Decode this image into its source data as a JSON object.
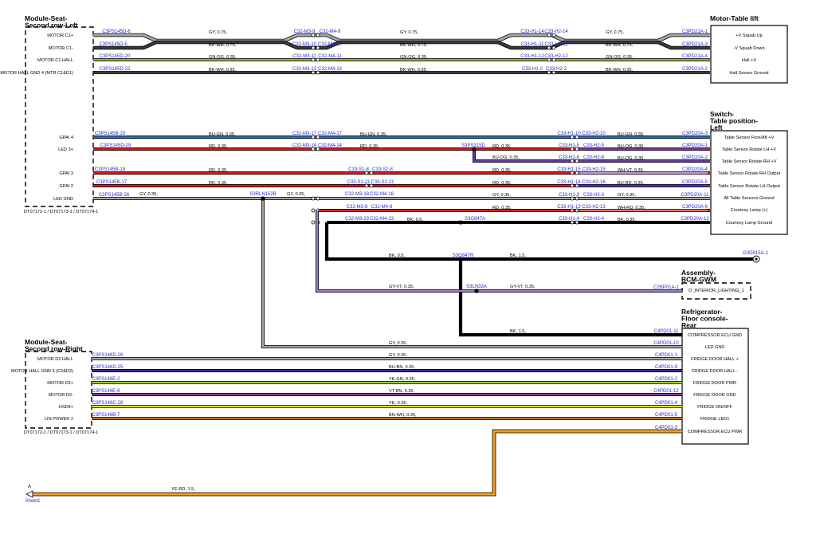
{
  "colors": {
    "GY": "#a8a8a8",
    "BK-WH": "#3a3a3a",
    "GN-OG": "#8fb02a",
    "BU-GN": "#2e6fb0",
    "RD": "#e01818",
    "BU-OG": "#6a3fa0",
    "WH-VT": "#b89ad8",
    "BU-RD": "#3040c0",
    "WH-RD": "#e87070",
    "BK": "#000000",
    "GY-VT": "#a080d0",
    "BU-BN": "#3a2a9a",
    "YE-GN": "#9acd32",
    "VT-BN": "#8a3a9a",
    "YE": "#f0e020",
    "BN-WH": "#c07830",
    "YE-RD": "#f0a020",
    "connector_text": "#2a2ad0"
  },
  "blocks": [
    {
      "title": [
        "Module-Seat-",
        "Second row-Left"
      ],
      "pins": [
        "MOTOR C1+",
        "MOTOR C1-",
        "MOTOR C1 HALL",
        "MOTOR HALL GND 4 (MTR C1&D1)",
        "GPAI 4",
        "LED 3+",
        "GPAI 3",
        "GPAI 2",
        "LED GND"
      ],
      "footer": "DT07172-1 / DT07173-1 / DT07174-1"
    },
    {
      "title": [
        "Motor-Table lift"
      ],
      "pins": [
        "+V Squab Up",
        "-V Squab Down",
        "Hall +V",
        "Hall Sensor Ground"
      ]
    },
    {
      "title": [
        "Switch-",
        "Table position-",
        "Left"
      ],
      "pins": [
        "Table Sensor Fore/Aft +V",
        "Table Sensor Rotate LH +V",
        "Table Sensor Rotate RH +V",
        "Table Sensor Rotate RH Output",
        "Table Sensor Rotate LH Output",
        "All Table Sensors Ground",
        "Courtesy Lamp (+)",
        "Courtesy Lamp Ground"
      ]
    },
    {
      "title": [
        "Assembly-",
        "BCM-GWM"
      ],
      "pins": [
        "D_INTERIOR_LIGHTING_1"
      ]
    },
    {
      "title": [
        "Refrigerator-",
        "Floor console-",
        "Rear"
      ],
      "pins": [
        "COMPRESSOR ECU GND",
        "LED GND",
        "FRIDGE DOOR HALL +",
        "FRIDGE DOOR HALL -",
        "FRIDGE DOOR PWR",
        "FRIDGE DOOR GND",
        "FRIDGE ON/OFF",
        "FRIDGE LED1",
        "COMPRESSOR ECU PWR"
      ]
    },
    {
      "title": [
        "Module-Seat-",
        "Second row-Right"
      ],
      "pins": [
        "MOTOR D2 HALL",
        "MOTOR HALL GND 5 (C2&D2)",
        "MOTOR D2+",
        "MOTOR D2-",
        "HSD4+",
        "LIN POWER 2"
      ],
      "footer": "DT07172-1 / DT07173-1 / DT07174-1"
    }
  ],
  "wires": [
    {
      "color": "GY",
      "texts": [
        [
          "C3PS145D-6",
          "c"
        ],
        [
          "GY,  0.75,",
          "l"
        ],
        [
          "C32-M3-9",
          "c"
        ],
        [
          "C32-M4-9",
          "c"
        ],
        [
          "GY,  0.75,",
          "l"
        ],
        [
          "C33-H1-14",
          "c"
        ],
        [
          "C33-H2-14",
          "c"
        ],
        [
          "GY,  0.75,",
          "l"
        ],
        [
          "C3PD21A-1",
          "c"
        ]
      ]
    },
    {
      "color": "BK-WH",
      "texts": [
        [
          "C3PS145D-5",
          "c"
        ],
        [
          "BK-WH,  0.75,",
          "l"
        ],
        [
          "C32-M3-10",
          "c"
        ],
        [
          "C32-M4-10",
          "c"
        ],
        [
          "BK-WH,  0.75,",
          "l"
        ],
        [
          "C33-H1-11",
          "c"
        ],
        [
          "C33-H2-11",
          "c"
        ],
        [
          "BK-WH,  0.75,",
          "l"
        ],
        [
          "C3PD21A-3",
          "c"
        ]
      ]
    },
    {
      "color": "GN-OG",
      "texts": [
        [
          "C3PS145D-20",
          "c"
        ],
        [
          "GN-OG,  0.35,",
          "l"
        ],
        [
          "C32-M3-11",
          "c"
        ],
        [
          "C32-M4-11",
          "c"
        ],
        [
          "GN-OG,  0.35,",
          "l"
        ],
        [
          "C33-H1-12",
          "c"
        ],
        [
          "C33-H2-12",
          "c"
        ],
        [
          "GN-OG,  0.35,",
          "l"
        ],
        [
          "C3PD21A-4",
          "c"
        ]
      ]
    },
    {
      "color": "BK-WH",
      "texts": [
        [
          "C3PS145D-22",
          "c"
        ],
        [
          "BK-WH,  0.35,",
          "l"
        ],
        [
          "C32-M3-13",
          "c"
        ],
        [
          "C32-M4-13",
          "c"
        ],
        [
          "BK-WH,  0.35,",
          "l"
        ],
        [
          "C33-H1-2",
          "c"
        ],
        [
          "C33-H2-2",
          "c"
        ],
        [
          "BK-WH,  0.35,",
          "l"
        ],
        [
          "C3PD21A-2",
          "c"
        ]
      ]
    },
    {
      "color": "BU-GN",
      "texts": [
        [
          "C3PS145B-20",
          "c"
        ],
        [
          "BU-GN,  0.35,",
          "l"
        ],
        [
          "C32-M3-17",
          "c"
        ],
        [
          "C32-M4-17",
          "c"
        ],
        [
          "BU-GN,  0.35,",
          "l"
        ],
        [
          "C33-H1-10",
          "c"
        ],
        [
          "C33-H2-10",
          "c"
        ],
        [
          "BU-GN,  0.35,",
          "l"
        ],
        [
          "C3PD20A-3",
          "c"
        ]
      ]
    },
    {
      "color": "RD",
      "texts": [
        [
          "C3PS145D-29",
          "c"
        ],
        [
          "RD,  0.35,",
          "l"
        ],
        [
          "C32-M3-14",
          "c"
        ],
        [
          "C32-M4-14",
          "c"
        ],
        [
          "RD,  0.35,",
          "l"
        ],
        [
          "S3PS315D",
          "c"
        ],
        [
          "RD,  0.35,",
          "l"
        ],
        [
          "C33-H1-5",
          "c"
        ],
        [
          "C33-H2-5",
          "c"
        ],
        [
          "BU-OG,  0.35,",
          "l"
        ],
        [
          "C3PD20A-1",
          "c"
        ]
      ]
    },
    {
      "color": "BU-OG",
      "texts": [
        [
          "BU-OG,  0.35,",
          "l"
        ],
        [
          "C33-H1-6",
          "c"
        ],
        [
          "C33-H2-6",
          "c"
        ],
        [
          "BU-OG,  0.35,",
          "l"
        ],
        [
          "C3PD20A-2",
          "c"
        ]
      ]
    },
    {
      "color": "RD",
      "texts": [
        [
          "C3PS145B-18",
          "c"
        ],
        [
          "RD,  0.35,",
          "l"
        ],
        [
          "C33-S1-8",
          "c"
        ],
        [
          "C33-S2-8",
          "c"
        ],
        [
          "RD,  0.35,",
          "l"
        ],
        [
          "C33-H1-15",
          "c"
        ],
        [
          "C33-H2-15",
          "c"
        ],
        [
          "WH-VT,  0.35,",
          "l"
        ],
        [
          "C3PD20A-4",
          "c"
        ]
      ]
    },
    {
      "color": "RD",
      "texts": [
        [
          "C3PS145B-17",
          "c"
        ],
        [
          "RD,  0.35,",
          "l"
        ],
        [
          "C33-S1-21",
          "c"
        ],
        [
          "C33-S2-21",
          "c"
        ],
        [
          "RD,  0.35,",
          "l"
        ],
        [
          "C33-H1-16",
          "c"
        ],
        [
          "C33-H2-16",
          "c"
        ],
        [
          "BU-RD,  0.35,",
          "l"
        ],
        [
          "C3PD20A-5",
          "c"
        ]
      ]
    },
    {
      "color": "GY",
      "texts": [
        [
          "C3PS145B-26",
          "c"
        ],
        [
          "GY,  0.35,",
          "l"
        ],
        [
          "S3RLN152B",
          "c"
        ],
        [
          "GY,  0.35,",
          "l"
        ],
        [
          "C32-M3-18",
          "c"
        ],
        [
          "C32-M4-18",
          "c"
        ],
        [
          "GY,  0.35,",
          "l"
        ],
        [
          "C33-H1-3",
          "c"
        ],
        [
          "C33-H2-3",
          "c"
        ],
        [
          "GY,  0.35,",
          "l"
        ],
        [
          "C3PD20A-11",
          "c"
        ]
      ]
    },
    {
      "color": "RD",
      "texts": [
        [
          "C32-M3-8",
          "c"
        ],
        [
          "C32-M4-8",
          "c"
        ],
        [
          "RD,  0.35,",
          "l"
        ],
        [
          "C33-H1-13",
          "c"
        ],
        [
          "C33-H2-13",
          "c"
        ],
        [
          "WH-RD,  0.35,",
          "l"
        ],
        [
          "C3PD20A-6",
          "c"
        ]
      ]
    },
    {
      "color": "BK",
      "texts": [
        [
          "C32-M3-23",
          "c"
        ],
        [
          "C32-M4-23",
          "c"
        ],
        [
          "BK,  0.5,",
          "l"
        ],
        [
          "S3G847A",
          "c"
        ],
        [
          "C33-H1-4",
          "c"
        ],
        [
          "C33-H2-4",
          "c"
        ],
        [
          "BK,  0.35,",
          "l"
        ],
        [
          "C3PD20A-12",
          "c"
        ]
      ]
    },
    {
      "color": "BK",
      "texts": [
        [
          "BK,  0.5,",
          "l"
        ],
        [
          "S3G847R",
          "c"
        ],
        [
          "BK,  1.5,",
          "l"
        ],
        [
          "G3D815A-1",
          "c"
        ]
      ]
    },
    {
      "color": "GY-VT",
      "texts": [
        [
          "GY-VT,  0.35,",
          "l"
        ],
        [
          "S3LN33A",
          "c"
        ],
        [
          "GY-VT,  0.35,",
          "l"
        ],
        [
          "C2BP01A-1",
          "c"
        ]
      ]
    },
    {
      "color": "BK",
      "texts": [
        [
          "BK,  1.5,",
          "l"
        ],
        [
          "C4PD01-11",
          "c"
        ]
      ]
    },
    {
      "color": "GY",
      "texts": [
        [
          "GY,  0.35,",
          "l"
        ],
        [
          "C4PD01-10",
          "c"
        ]
      ]
    },
    {
      "color": "GY",
      "texts": [
        [
          "C3PS146D-26",
          "c"
        ],
        [
          "GY,  0.35,",
          "l"
        ],
        [
          "C4PD01-1",
          "c"
        ]
      ]
    },
    {
      "color": "BU-BN",
      "texts": [
        [
          "C3PS146D-25",
          "c"
        ],
        [
          "BU-BN,  0.35,",
          "l"
        ],
        [
          "C4PD01-9",
          "c"
        ]
      ]
    },
    {
      "color": "YE-GN",
      "texts": [
        [
          "C3PS146E-2",
          "c"
        ],
        [
          "YE-GN,  0.35,",
          "l"
        ],
        [
          "C4PD01-2",
          "c"
        ]
      ]
    },
    {
      "color": "VT-BN",
      "texts": [
        [
          "C3PS146E-8",
          "c"
        ],
        [
          "VT-BN,  0.35,",
          "l"
        ],
        [
          "C4PD01-12",
          "c"
        ]
      ]
    },
    {
      "color": "YE",
      "texts": [
        [
          "C3PS146C-28",
          "c"
        ],
        [
          "YE,  0.35,",
          "l"
        ],
        [
          "C4PD01-4",
          "c"
        ]
      ]
    },
    {
      "color": "BN-WH",
      "texts": [
        [
          "C3PS146B-7",
          "c"
        ],
        [
          "BN-WH,  0.35,",
          "l"
        ],
        [
          "C4PD01-5",
          "c"
        ]
      ]
    },
    {
      "color": "YE-RD",
      "texts": [
        [
          "C4PD01-3",
          "c"
        ],
        [
          "YE-RD,  1.5,",
          "l"
        ]
      ]
    }
  ],
  "offpage": {
    "letter": "A",
    "sheet": "Sheet1"
  }
}
